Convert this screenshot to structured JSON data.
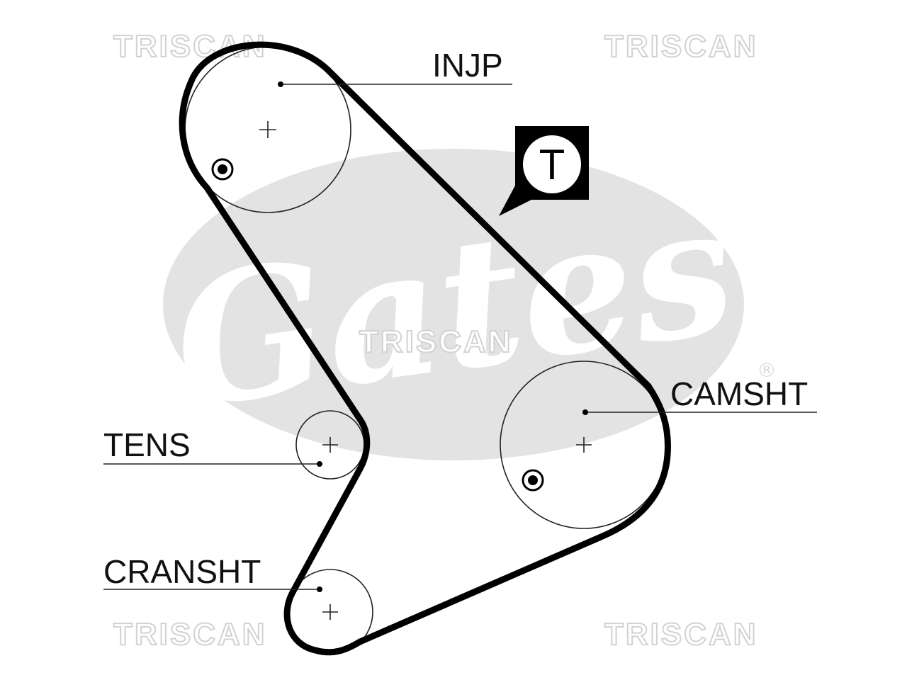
{
  "diagram": {
    "labels": {
      "injection_pump": "INJP",
      "camshaft": "CAMSHT",
      "tensioner": "TENS",
      "crankshaft": "CRANSHT"
    },
    "tensioner_symbol": "T",
    "watermarks": {
      "triscan": "TRISCAN",
      "gates": "Gates",
      "registered_mark": "®"
    }
  },
  "colors": {
    "belt": "#000000",
    "pulley_outline": "#222222",
    "watermark_logo": "#e3e3e3",
    "watermark_text_outline": "#d2d2d2"
  }
}
